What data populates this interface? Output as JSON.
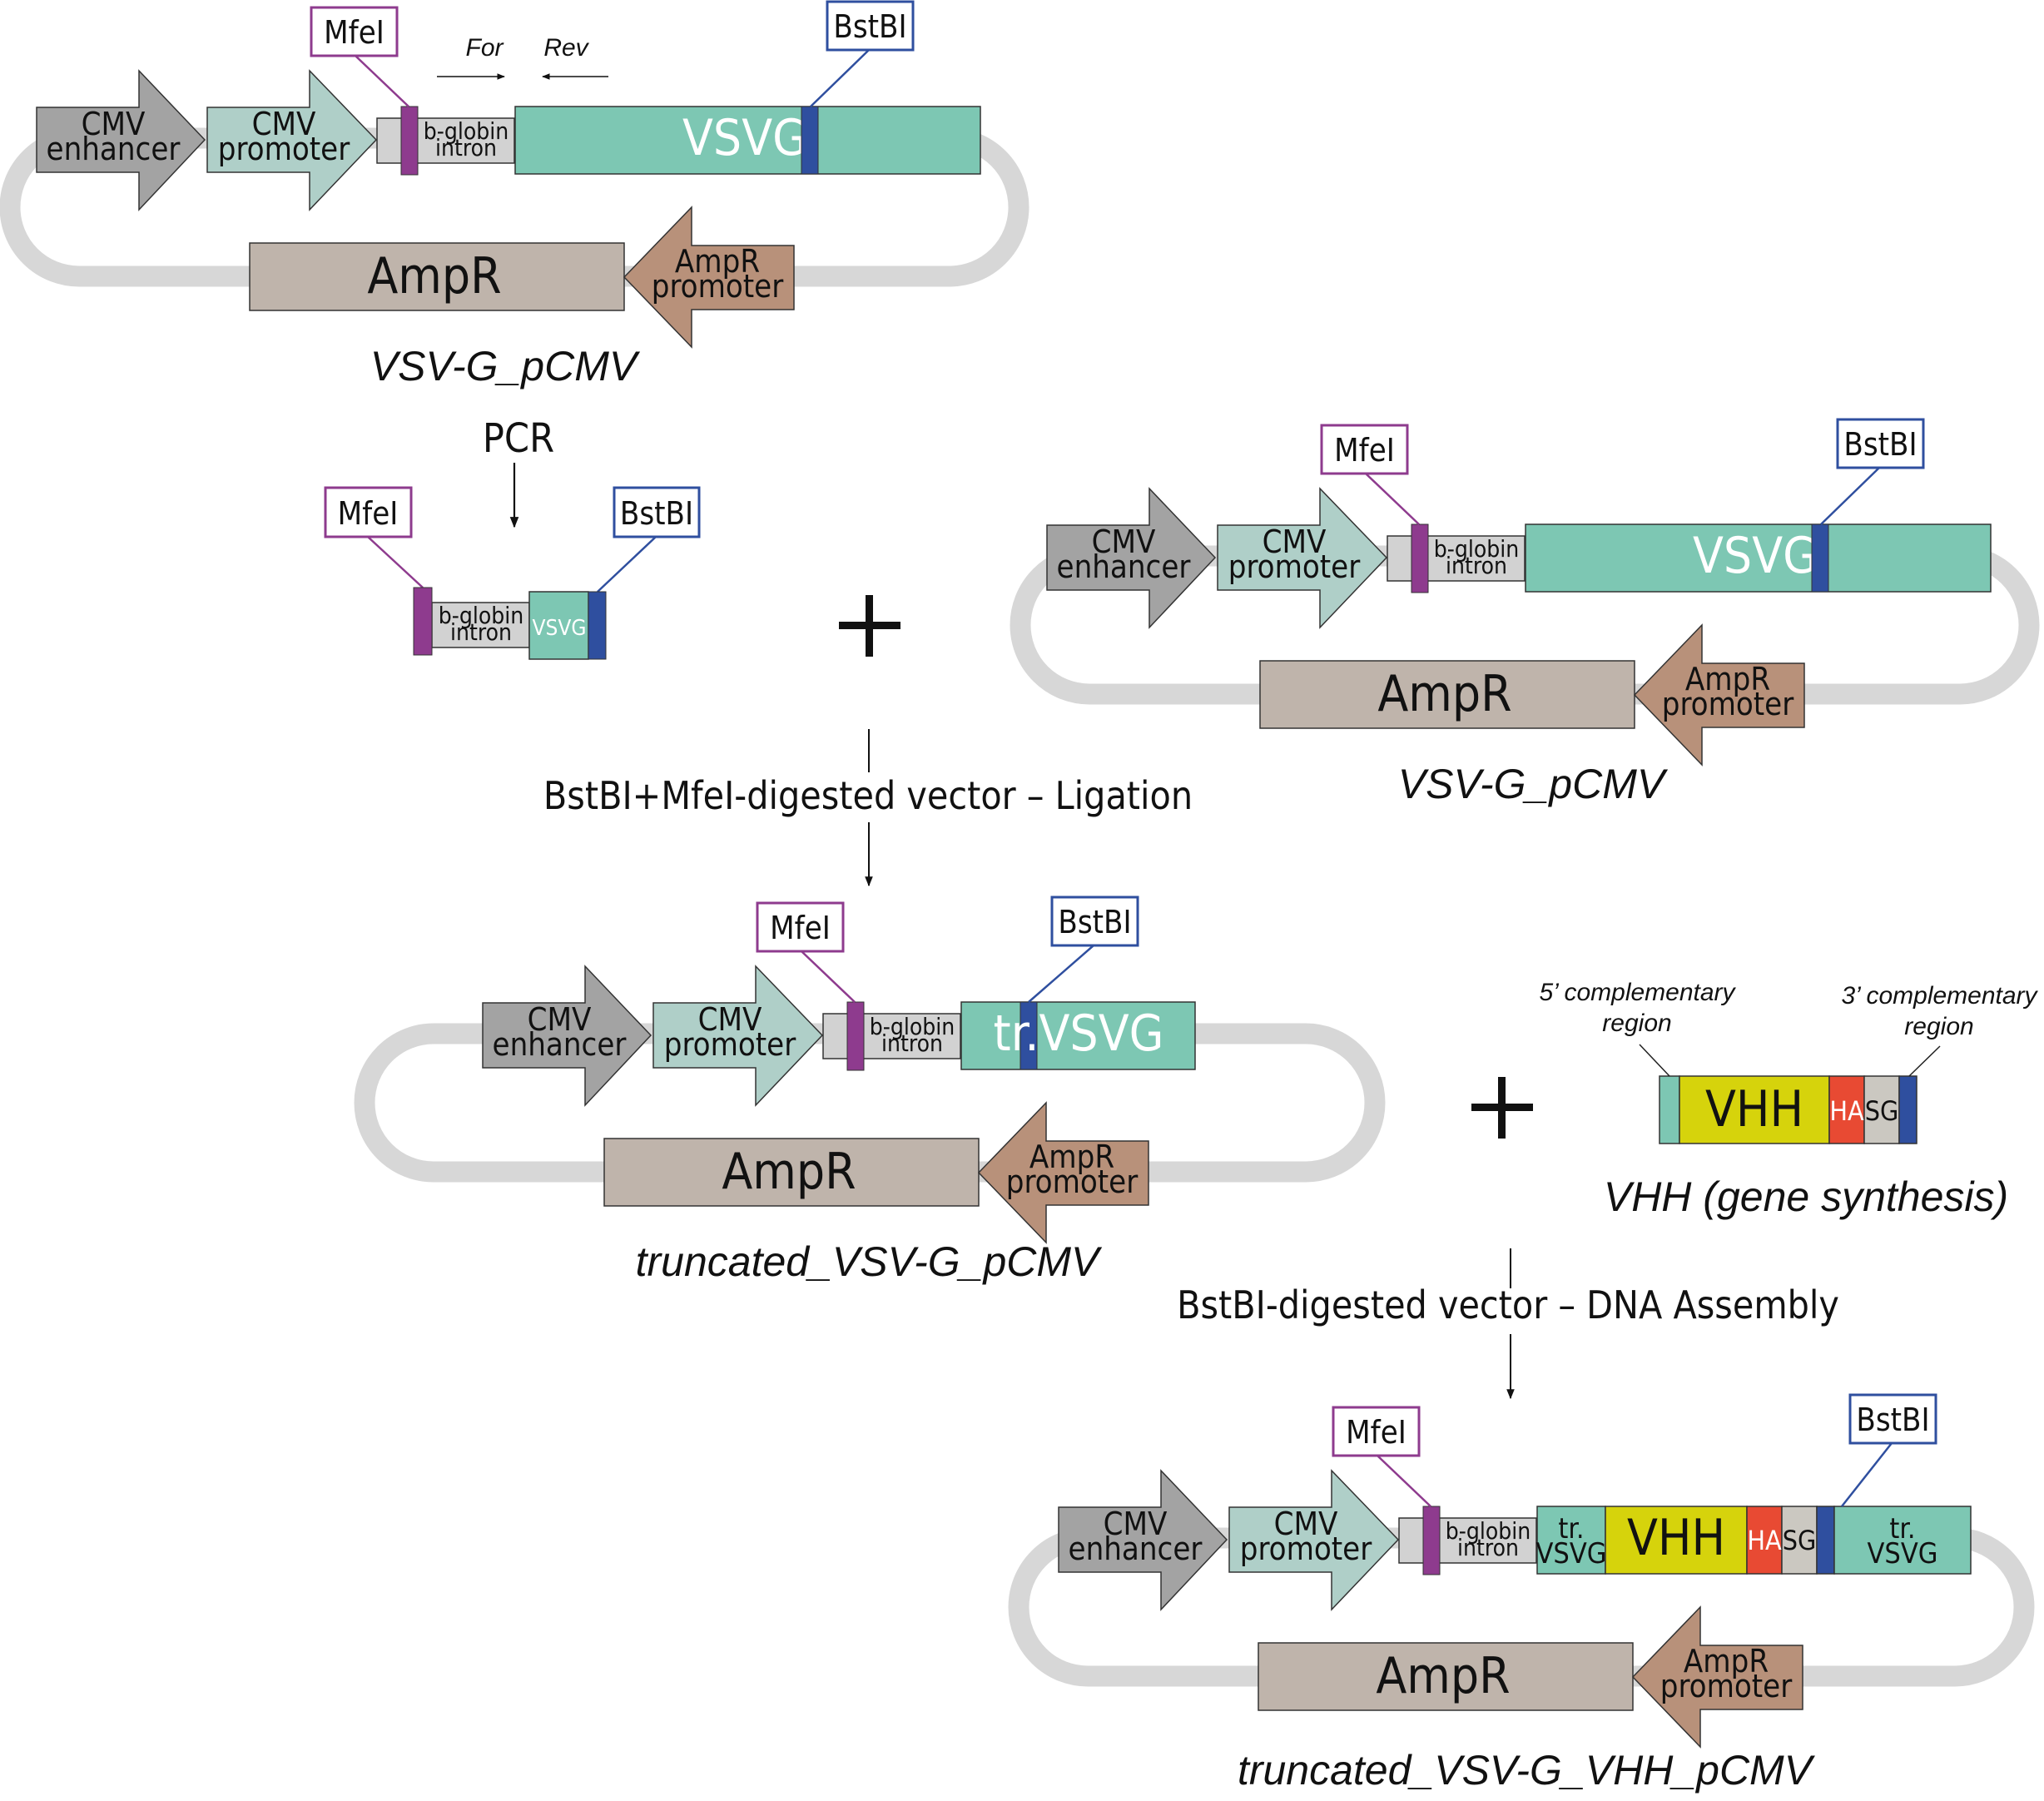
{
  "colors": {
    "backbone": "#d7d7d7",
    "cmv_enhancer": "#a3a3a3",
    "cmv_promoter": "#afcfc8",
    "b_globin_intron": "#d2d2d2",
    "mfei_site": "#8e3b8e",
    "bstbi_site": "#2f4f9f",
    "vsvg": "#7dc7b3",
    "ampr": "#bfb4ab",
    "ampr_promoter": "#b8917a",
    "vhh": "#d6d30c",
    "ha_tag": "#e84a33",
    "sg_linker": "#cbc8c1",
    "outline": "#333333"
  },
  "labels": {
    "cmv_enhancer": [
      "CMV",
      "enhancer"
    ],
    "cmv_promoter": [
      "CMV",
      "promoter"
    ],
    "b_globin_intron": [
      "b-globin",
      "intron"
    ],
    "ampr": "AmpR",
    "ampr_promoter": [
      "AmpR",
      "promoter"
    ],
    "mfei": "MfeI",
    "bstbi": "BstBI",
    "vsvg": "VSVG",
    "tr_vsvg": "tr.VSVG",
    "tr_vsvg_split": [
      "tr.",
      "VSVG"
    ],
    "vhh": "VHH",
    "ha": "HA",
    "sg": "SG"
  },
  "plasmids": [
    {
      "id": "vsvg-pcmv-1",
      "title": "VSV-G_pCMV",
      "insert": "vsvg",
      "primers": {
        "forward": "For",
        "reverse": "Rev"
      }
    },
    {
      "id": "vsvg-pcmv-2",
      "title": "VSV-G_pCMV",
      "insert": "vsvg"
    },
    {
      "id": "truncated-vsvg-pcmv",
      "title": "truncated_VSV-G_pCMV",
      "insert": "tr_vsvg"
    },
    {
      "id": "truncated-vsvg-vhh-pcmv",
      "title": "truncated_VSV-G_VHH_pCMV",
      "insert": "tr_vsvg_vhh"
    }
  ],
  "pcr_fragment": {
    "step_label": "PCR",
    "segments": [
      "b-globin intron",
      "VSVG"
    ],
    "vsvg_label": "VSVG"
  },
  "vhh_fragment": {
    "title": "VHH (gene synthesis)",
    "five_prime_label": [
      "5’ complementary",
      "region"
    ],
    "three_prime_label": [
      "3’ complementary",
      "region"
    ]
  },
  "steps": {
    "ligation": "BstBI+MfeI-digested vector – Ligation",
    "assembly": "BstBI-digested vector – DNA Assembly",
    "plus": "+"
  }
}
